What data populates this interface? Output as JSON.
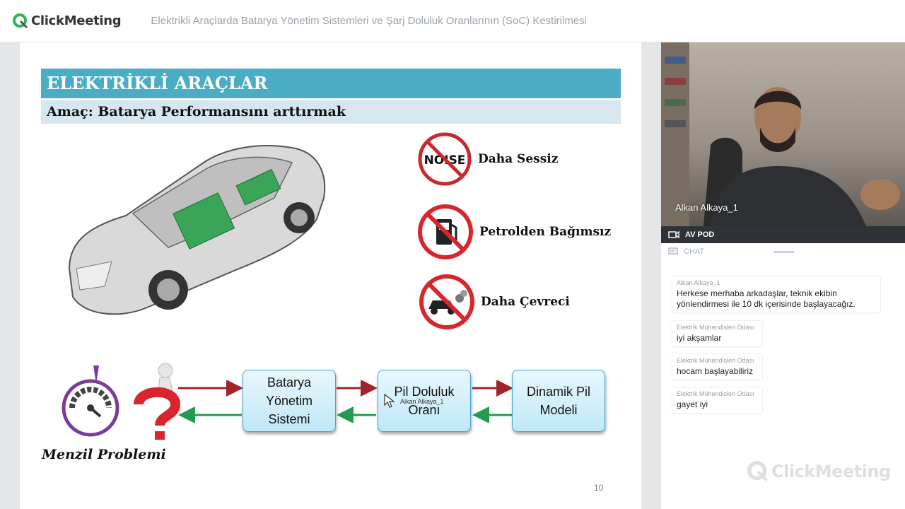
{
  "app": {
    "brand": "ClickMeeting",
    "title": "Elektrikli Araçlarda Batarya Yönetim Sistemleri ve Şarj Doluluk Oranlarının (SoC) Kestirilmesi"
  },
  "slide": {
    "heading": "ELEKTRİKLİ ARAÇLAR",
    "subheading": "Amaç: Batarya Performansını arttırmak",
    "features": [
      {
        "label": "Daha Sessiz",
        "icon": "no-noise-icon",
        "icon_text": "NOISE"
      },
      {
        "label": "Petrolden Bağımsız",
        "icon": "no-fuel-icon"
      },
      {
        "label": "Daha Çevreci",
        "icon": "no-emission-icon"
      }
    ],
    "diagram": {
      "boxes": [
        {
          "line1": "Batarya",
          "line2": "Yönetim",
          "line3": "Sistemi"
        },
        {
          "line1": "Pil Doluluk",
          "line2": "Oranı"
        },
        {
          "line1": "Dinamik Pil",
          "line2": "Modeli"
        }
      ],
      "arrow_colors": {
        "forward": "#a3232b",
        "back": "#229a52"
      }
    },
    "range_caption": "Menzil Problemi",
    "page_number": "10",
    "cursor_label": "Alkan Alkaya_1"
  },
  "sidebar": {
    "video_name": "Alkan Alkaya_1",
    "av_label": "AV POD",
    "chat_label": "CHAT",
    "messages": [
      {
        "author": "Alkan Alkaya_1",
        "text": "Herkese merhaba arkadaşlar, teknik ekibin yönlendirmesi ile 10 dk içerisinde başlayacağız."
      },
      {
        "author": "Elektrik Mühendisleri Odası",
        "text": "iyi akşamlar"
      },
      {
        "author": "Elektrik Mühendisleri Odası",
        "text": "hocam başlayabiliriz"
      },
      {
        "author": "Elektrik Mühendisleri Odası",
        "text": "gayet iyi"
      }
    ],
    "watermark": "ClickMeeting"
  },
  "colors": {
    "brand_green": "#2db35d",
    "banner": "#4bacc6",
    "sign_red": "#d7262d"
  }
}
